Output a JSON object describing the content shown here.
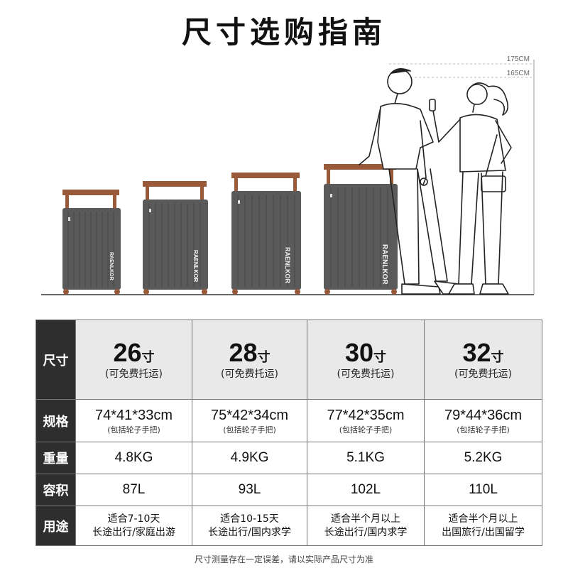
{
  "title": "尺寸选购指南",
  "height_marks": [
    "175CM",
    "165CM"
  ],
  "brand": "RAENLKOR",
  "table": {
    "row_headers": [
      "尺寸",
      "规格",
      "重量",
      "容积",
      "用途"
    ],
    "columns": [
      {
        "size": "26",
        "unit": "寸",
        "note": "(可免费托运)",
        "dims": "74*41*33cm",
        "dims_note": "(包括轮子手把)",
        "weight": "4.8KG",
        "volume": "87L",
        "use_line1": "适合7-10天",
        "use_line2": "长途出行/家庭出游"
      },
      {
        "size": "28",
        "unit": "寸",
        "note": "(可免费托运)",
        "dims": "75*42*34cm",
        "dims_note": "(包括轮子手把)",
        "weight": "4.9KG",
        "volume": "93L",
        "use_line1": "适合10-15天",
        "use_line2": "长途出行/国内求学"
      },
      {
        "size": "30",
        "unit": "寸",
        "note": "(可免费托运)",
        "dims": "77*42*35cm",
        "dims_note": "(包括轮子手把)",
        "weight": "5.1KG",
        "volume": "102L",
        "use_line1": "适合半个月以上",
        "use_line2": "长途出行/国内求学"
      },
      {
        "size": "32",
        "unit": "寸",
        "note": "(可免费托运)",
        "dims": "79*44*36cm",
        "dims_note": "(包括轮子手把)",
        "weight": "5.2KG",
        "volume": "110L",
        "use_line1": "适合半个月以上",
        "use_line2": "出国旅行/出国留学"
      }
    ]
  },
  "footnote": "尺寸测量存在一定误差，请以实际产品尺寸为准",
  "colors": {
    "suitcase": "#5a5a5a",
    "handle": "#9a5a3a",
    "header_bg": "#2e2e2e",
    "size_row_bg": "#e9e9e9"
  }
}
